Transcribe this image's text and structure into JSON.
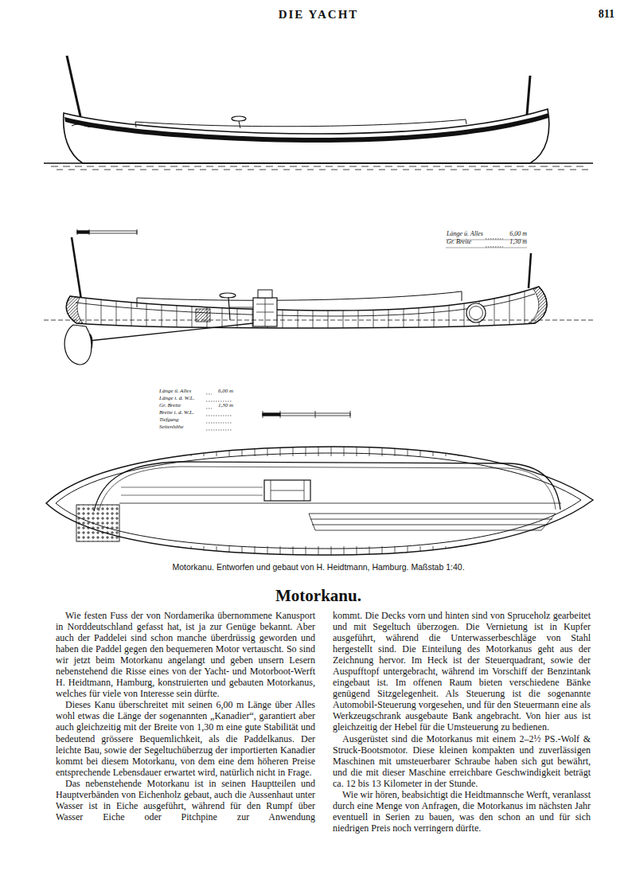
{
  "diagram": {
    "title": "Motorkanu.",
    "caption": "Motorkanu. Entworfen und gebaut von H. Heidtmann, Hamburg. Maßstab 1:40.",
    "labels": [
      "DIE YACHT",
      "811",
      "Länge ü. Alles",
      "6,00 m",
      "Gr. Breite",
      "1,30 m",
      "Länge ü. Alles",
      "6,00 m",
      "Länge i. d. W.L.",
      "Gr. Breite",
      "1,30 m",
      "Breite i. d. W.L.",
      "Tiefgang",
      "Seitenhöhe",
      "Wie festen Fuss der von Nordamerika übernommene Kanusport in Norddeutschland gefasst hat, ist ja zur Genüge bekannt. Aber auch der Paddelei sind schon manche überdrüssig geworden und haben die Paddel gegen den bequemeren Motor vertauscht. So sind wir jetzt beim Motorkanu angelangt und geben unsern Lesern nebenstehend die Risse eines von der Yacht- und Motorboot-Werft H. Heidtmann, Hamburg, konstruierten und gebauten Motorkanus, welches für viele von Interesse sein dürfte.",
      "Dieses Kanu überschreitet mit seinen 6,00 m Länge über Alles wohl etwas die Länge der sogenannten „Kanadier“, garantiert aber auch gleichzeitig mit der Breite von 1,30 m eine gute Stabilität und bedeutend grössere Bequemlichkeit, als die Paddelkanus. Der leichte Bau, sowie der Segeltuchüberzug der importierten Kanadier kommt bei diesem Motorkanu, von dem eine dem höheren Preise entsprechende Lebensdauer erwartet wird, natürlich nicht in Frage.",
      "Das nebenstehende Motorkanu ist in seinen Hauptteilen und Hauptverbänden von Eichenholz gebaut, auch die Aussenhaut unter Wasser ist in Eiche ausgeführt, während für den Rumpf über Wasser Eiche oder Pitchpine zur Anwendung",
      "kommt. Die Decks vorn und hinten sind von Spruceholz gearbeitet und mit Segeltuch überzogen. Die Vernietung ist in Kupfer ausgeführt, während die Unterwasserbeschläge von Stahl hergestellt sind. Die Einteilung des Motorkanus geht aus der Zeichnung hervor. Im Heck ist der Steuerquadrant, sowie der Auspufftopf untergebracht, während im Vorschiff der Benzintank eingebaut ist. Im offenen Raum bieten verschiedene Bänke genügend Sitzgelegenheit. Als Steuerung ist die sogenannte Automobil-Steuerung vorgesehen, und für den Steuermann eine als Werkzeugschrank ausgebaute Bank angebracht. Von hier aus ist gleichzeitig der Hebel für die Umsteuerung zu bedienen.",
      "Ausgerüstet sind die Motorkanus mit einem 2–2½ PS.-Wolf & Struck-Bootsmotor. Diese kleinen kompakten und zuverlässigen Maschinen mit umsteuerbarer Schraube haben sich gut bewährt, und die mit dieser Maschine erreichbare Geschwindigkeit beträgt ca. 12 bis 13 Kilometer in der Stunde.",
      "Wie wir hören, beabsichtigt die Heidtmannsche Werft, veranlasst durch eine Menge von Anfragen, die Motorkanus im nächsten Jahr eventuell in Serien zu bauen, was den schon an und für sich niedrigen Preis noch verringern dürfte."
    ]
  }
}
